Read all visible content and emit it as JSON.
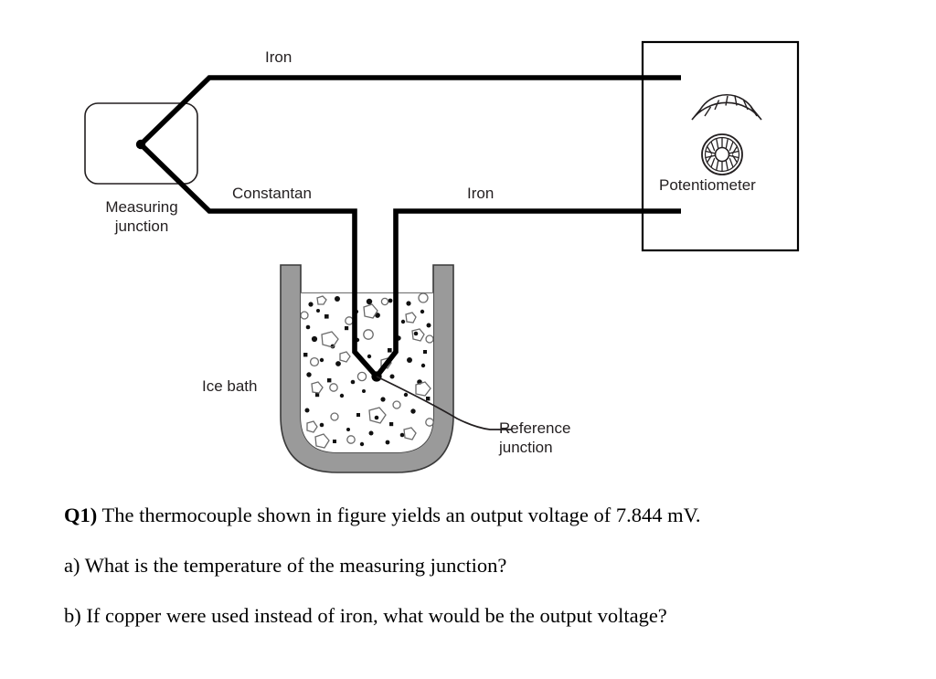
{
  "figure": {
    "labels": {
      "iron_top": "Iron",
      "constantan": "Constantan",
      "iron_middle": "Iron",
      "potentiometer": "Potentiometer",
      "ice_bath": "Ice bath",
      "reference_junction": "Reference\njunction",
      "measuring_junction": "Measuring\njunction"
    },
    "icons": {
      "meter_scale": "arc-scale-icon",
      "meter_knob": "knurled-knob-icon",
      "measuring_junction_dot": "junction-dot-icon",
      "reference_junction_dot": "junction-dot-icon"
    },
    "colors": {
      "wire": "#000000",
      "outline": "#231f20",
      "vessel_wall": "#9a9a9a",
      "vessel_wall_stroke": "#3a3a3a",
      "ice_fill": "#ffffff",
      "label_text": "#231f20",
      "question_text": "#000000"
    }
  },
  "question": {
    "tag": "Q1)",
    "stem": " The thermocouple shown in figure yields an output voltage of 7.844 mV.",
    "part_a": "a) What is the temperature of the measuring junction?",
    "part_b": "b) If copper were used instead of iron, what would be the output voltage?",
    "output_voltage": "7.844 mV"
  }
}
